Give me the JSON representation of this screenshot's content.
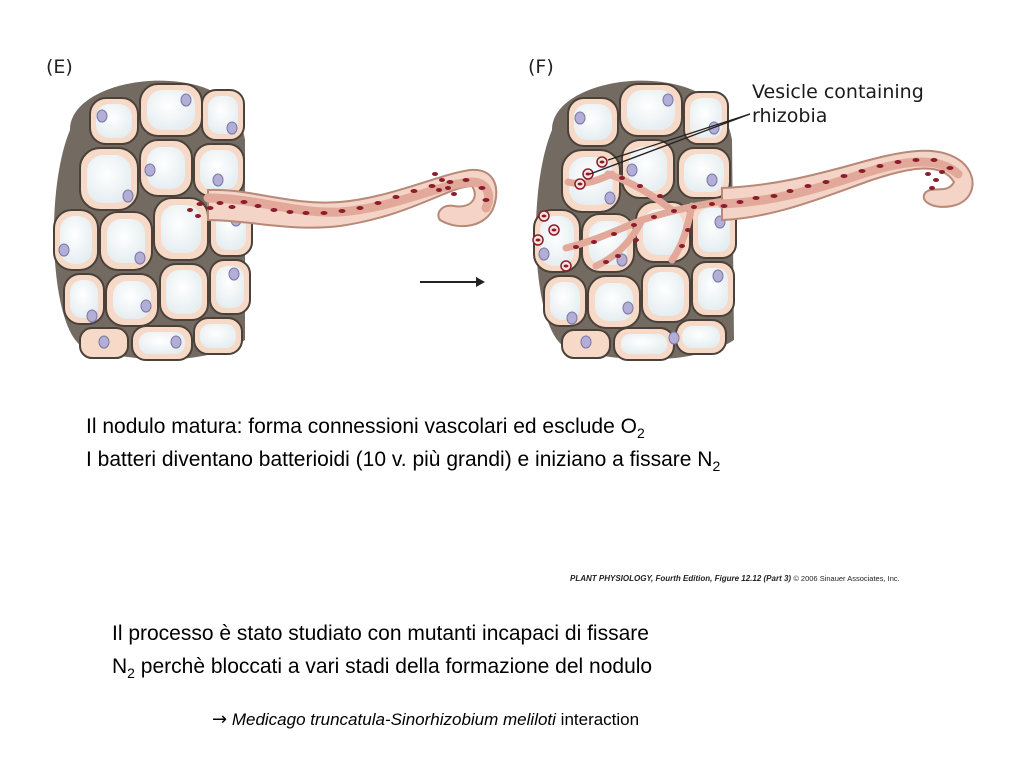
{
  "panels": {
    "left_label": "(E)",
    "right_label": "(F)",
    "callout_line1": "Vesicle containing",
    "callout_line2": "rhizobia"
  },
  "text": {
    "line1": "Il nodulo matura: forma connessioni vascolari ed esclude O",
    "line1_sub": "2",
    "line2": "I batteri diventano batterioidi (10 v. più grandi) e iniziano a fissare N",
    "line2_sub": "2",
    "line3": "Il processo è stato studiato con mutanti incapaci di fissare",
    "line4_pre": "N",
    "line4_sub": "2",
    "line4_post": " perchè bloccati a vari stadi della formazione del nodulo"
  },
  "credit": {
    "source": "PLANT PHYSIOLOGY, Fourth Edition, Figure 12.12 (Part 3)",
    "copyright": "© 2006 Sinauer Associates, Inc."
  },
  "final_line": {
    "arrow": "→",
    "species": "Medicago truncatula-Sinorhizobium meliloti",
    "suffix": " interaction"
  },
  "colors": {
    "cell_wall": "#5a5046",
    "cytoplasm": "#f6d9c6",
    "vacuole": "#f4f7f8",
    "nucleus": "#b3aed6",
    "thread": "#e7b6a8",
    "bacteria": "#8b1d2c"
  }
}
